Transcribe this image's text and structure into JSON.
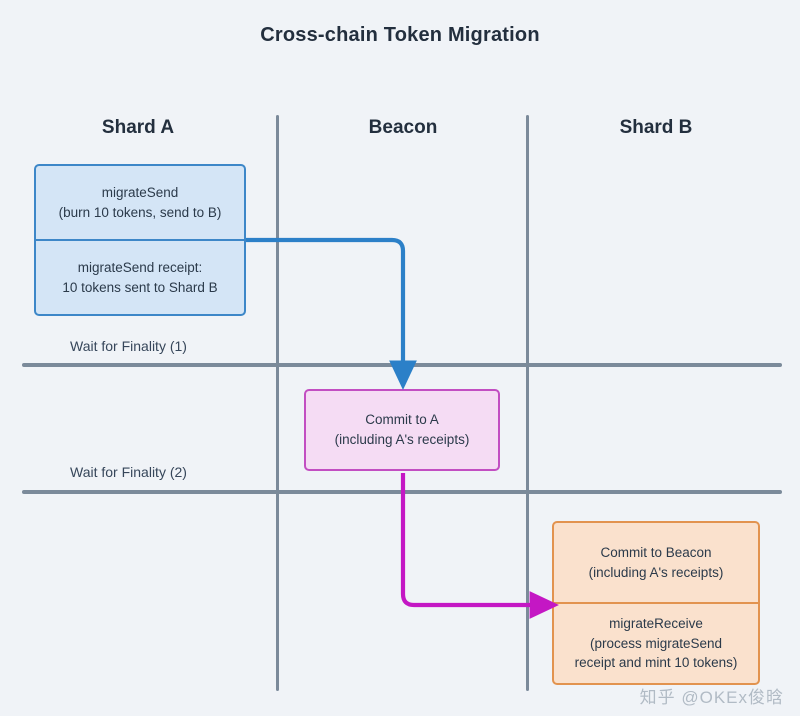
{
  "title": "Cross-chain Token Migration",
  "background_color": "#f0f3f7",
  "columns": [
    {
      "id": "shard-a",
      "label": "Shard A"
    },
    {
      "id": "beacon",
      "label": "Beacon"
    },
    {
      "id": "shard-b",
      "label": "Shard B"
    }
  ],
  "phase_separators": [
    {
      "id": "finality-1",
      "label": "Wait for Finality (1)"
    },
    {
      "id": "finality-2",
      "label": "Wait for Finality (2)"
    }
  ],
  "nodes": {
    "migrate_send": {
      "column": "Shard A",
      "accent": "#3d87c8",
      "fill": "#d4e5f6",
      "sections": [
        {
          "lines": [
            "migrateSend",
            "(burn 10 tokens, send to B)"
          ]
        },
        {
          "lines": [
            "migrateSend receipt:",
            "10 tokens sent to Shard B"
          ]
        }
      ]
    },
    "commit_to_a": {
      "column": "Beacon",
      "accent": "#c24ec2",
      "fill": "#f5dcf4",
      "sections": [
        {
          "lines": [
            "Commit to A",
            "(including A's receipts)"
          ]
        }
      ]
    },
    "shard_b_ops": {
      "column": "Shard B",
      "accent": "#e2934f",
      "fill": "#fae1cd",
      "sections": [
        {
          "lines": [
            "Commit to Beacon",
            "(including A's receipts)"
          ]
        },
        {
          "lines": [
            "migrateReceive",
            "(process migrateSend",
            "receipt and mint 10 tokens)"
          ]
        }
      ]
    }
  },
  "arrows": [
    {
      "id": "arrow-shard-a-to-beacon",
      "color": "#2c80c8",
      "from": "migrateSend box",
      "to": "Commit to A box"
    },
    {
      "id": "arrow-beacon-to-shard-b",
      "color": "#c417c4",
      "from": "Commit to A box",
      "to": "migrateReceive box"
    }
  ],
  "watermark": "知乎 @OKEx俊晗"
}
